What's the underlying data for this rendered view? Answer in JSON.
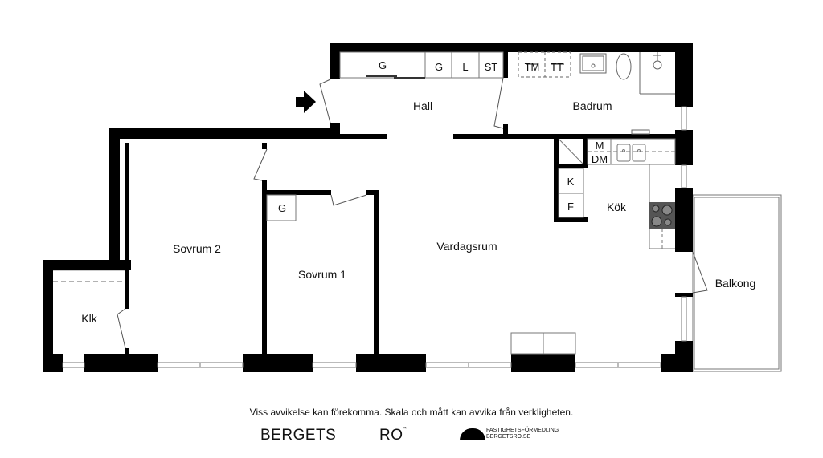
{
  "rooms": {
    "hall": "Hall",
    "badrum": "Badrum",
    "kok": "Kök",
    "vardagsrum": "Vardagsrum",
    "sovrum1": "Sovrum 1",
    "sovrum2": "Sovrum 2",
    "klk": "Klk",
    "balkong": "Balkong"
  },
  "fixtures": {
    "hall_wardrobe": "G",
    "hall_g": "G",
    "hall_l": "L",
    "hall_st": "ST",
    "bath_tm": "TM",
    "bath_tt": "TT",
    "kitchen_m": "M",
    "kitchen_dm": "DM",
    "kitchen_k": "K",
    "kitchen_f": "F",
    "sovrum1_g": "G"
  },
  "footer": {
    "disclaimer": "Viss avvikelse kan förekomma. Skala och mått kan avvika från verkligheten.",
    "brand_left": "BERGETS",
    "brand_right": "RO",
    "brand_tm": "™",
    "firm_line1": "FASTIGHETSFÖRMEDLING",
    "firm_line2": "BERGETSRO.SE"
  },
  "colors": {
    "wall": "#000000",
    "line": "#555555",
    "stove": "#555555"
  }
}
